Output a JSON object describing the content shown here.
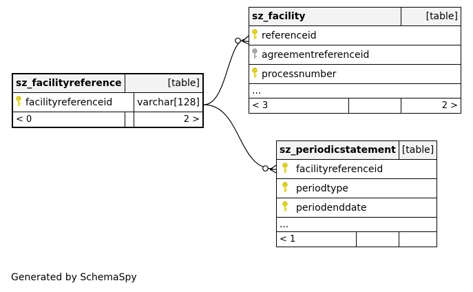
{
  "tables": {
    "facilityreference": {
      "name": "sz_facilityreference",
      "kind": "[table]",
      "columns": [
        {
          "name": "facilityreferenceid",
          "type": "varchar[128]",
          "key": "primary"
        }
      ],
      "footer": {
        "left": "< 0",
        "right": "2 >"
      }
    },
    "facility": {
      "name": "sz_facility",
      "kind": "[table]",
      "columns": [
        {
          "name": "referenceid",
          "key": "primary"
        },
        {
          "name": "agreementreferenceid",
          "key": "secondary"
        },
        {
          "name": "processnumber",
          "key": "primary"
        }
      ],
      "ellipsis": "...",
      "footer": {
        "left": "< 3",
        "right": "2 >"
      }
    },
    "periodicstatement": {
      "name": "sz_periodicstatement",
      "kind": "[table]",
      "columns": [
        {
          "name": "facilityreferenceid",
          "key": "primary"
        },
        {
          "name": "periodtype",
          "key": "primary"
        },
        {
          "name": "periodenddate",
          "key": "primary"
        }
      ],
      "ellipsis": "...",
      "footer": {
        "left": "< 1",
        "right": ""
      }
    }
  },
  "colors": {
    "primary_key": "#e6d800",
    "secondary_key": "#aaaaaa",
    "header_bg": "#f3f3f3"
  },
  "footer_note": "Generated by SchemaSpy"
}
